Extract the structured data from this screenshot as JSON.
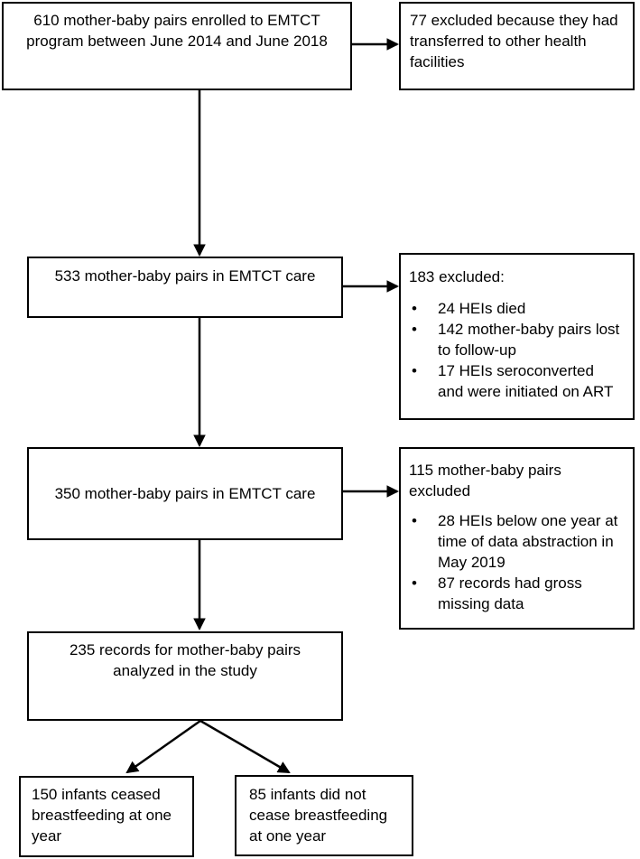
{
  "figure": {
    "boxes": {
      "enrolled": "610 mother-baby pairs enrolled to EMTCT\nprogram between June 2014 and June 2018",
      "transferred": "77 excluded because they had\ntransferred to other health\nfacilities",
      "care533": "533 mother-baby pairs in EMTCT care",
      "excluded183": {
        "heading": "183 excluded:",
        "bullet_glyph": "•",
        "bullets": [
          "24 HEIs died",
          "142 mother-baby pairs lost\nto follow-up",
          "17 HEIs seroconverted\nand were initiated on ART"
        ]
      },
      "care350": "350 mother-baby pairs in EMTCT care",
      "excluded115": {
        "heading": "115 mother-baby pairs\nexcluded",
        "bullet_glyph": "•",
        "bullets": [
          "28 HEIs below one year at\ntime of data abstraction in\nMay 2019",
          "87 records had gross\nmissing data"
        ]
      },
      "analyzed": "235 records for mother-baby pairs\nanalyzed in the study",
      "ceased": "150 infants ceased\nbreastfeeding at one\nyear",
      "notCeased": "85 infants did not\ncease breastfeeding\nat one year"
    },
    "colors": {
      "line": "#000000",
      "background": "#ffffff",
      "text": "#000000"
    }
  }
}
